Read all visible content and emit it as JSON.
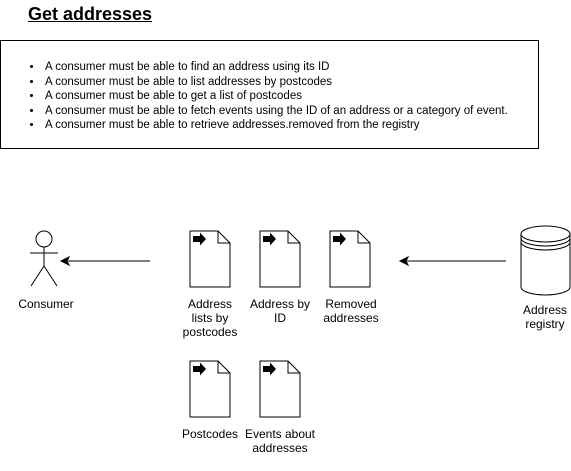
{
  "title": "Get addresses",
  "requirements": [
    "A consumer must be able to find an address using its ID",
    "A consumer must be able to list addresses by postcodes",
    "A consumer must be able to get a list of postcodes",
    "A consumer must be able to fetch events using the ID of an address or a category of event.",
    "A consumer must be able to retrieve addresses.removed from the registry"
  ],
  "nodes": {
    "consumer": "Consumer",
    "registry": "Address registry",
    "doc_lists_by_postcodes": "Address lists by postcodes",
    "doc_by_id": "Address by ID",
    "doc_removed": "Removed addresses",
    "doc_postcodes": "Postcodes",
    "doc_events": "Events about addresses"
  }
}
